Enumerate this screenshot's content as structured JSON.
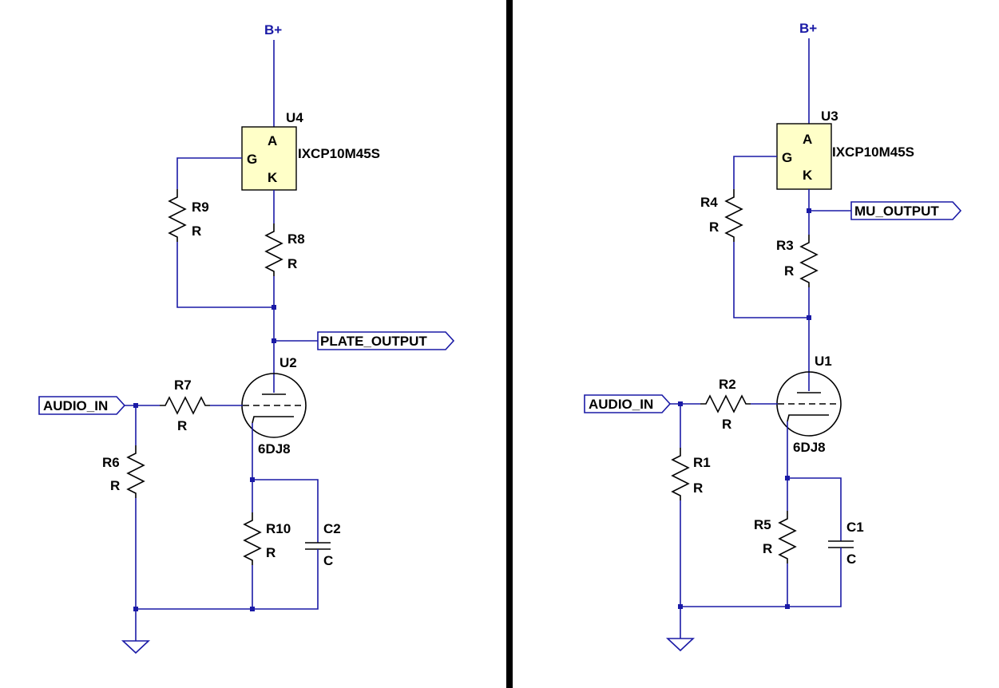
{
  "colors": {
    "wire": "#1a1aa6",
    "component": "#000000",
    "chip_fill": "#ffffc8",
    "divider": "#000000",
    "background": "#ffffff"
  },
  "left": {
    "power": "B+",
    "ref_ic": "U4",
    "ic_part": "IXCP10M45S",
    "pin_a": "A",
    "pin_g": "G",
    "pin_k": "K",
    "r9": "R9",
    "r9_val": "R",
    "r8": "R8",
    "r8_val": "R",
    "net_out": "PLATE_OUTPUT",
    "tube_ref": "U2",
    "tube_part": "6DJ8",
    "net_in": "AUDIO_IN",
    "r7": "R7",
    "r7_val": "R",
    "r6": "R6",
    "r6_val": "R",
    "r10": "R10",
    "r10_val": "R",
    "c2": "C2",
    "c2_val": "C"
  },
  "right": {
    "power": "B+",
    "ref_ic": "U3",
    "ic_part": "IXCP10M45S",
    "pin_a": "A",
    "pin_g": "G",
    "pin_k": "K",
    "r4": "R4",
    "r4_val": "R",
    "r3": "R3",
    "r3_val": "R",
    "net_out": "MU_OUTPUT",
    "tube_ref": "U1",
    "tube_part": "6DJ8",
    "net_in": "AUDIO_IN",
    "r2": "R2",
    "r2_val": "R",
    "r1": "R1",
    "r1_val": "R",
    "r5": "R5",
    "r5_val": "R",
    "c1": "C1",
    "c1_val": "C"
  }
}
